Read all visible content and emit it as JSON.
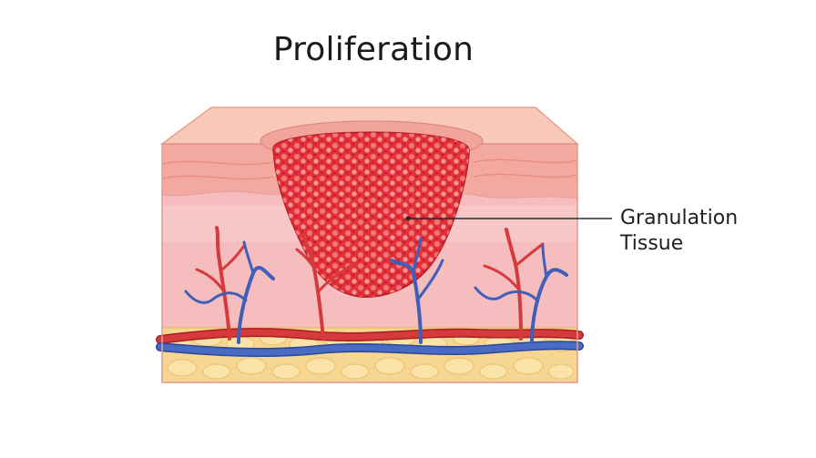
{
  "title": "Proliferation",
  "label": {
    "line1": "Granulation",
    "line2": "Tissue"
  },
  "colors": {
    "epidermis": "#f6b7a6",
    "dermis": "#f7c2c3",
    "granulation": "#e8333d",
    "artery": "#d63a3d",
    "vein": "#3f5fb8",
    "fat": "#f6d690"
  }
}
